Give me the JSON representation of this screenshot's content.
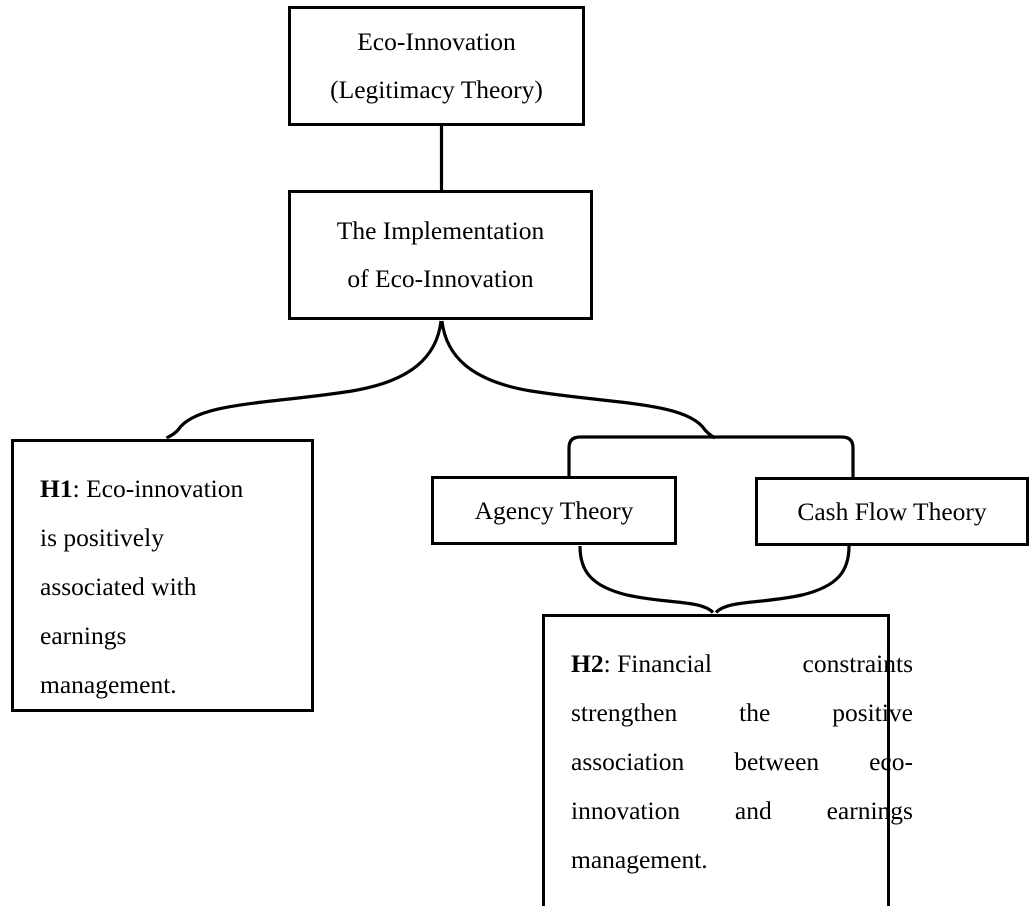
{
  "diagram": {
    "title": "Eco-Innovation Research Framework",
    "background_color": "#ffffff",
    "line_color": "#000000",
    "nodes": {
      "eco_innovation": {
        "line1": "Eco-Innovation",
        "line2": "(Legitimacy Theory)"
      },
      "implementation": {
        "line1": "The Implementation",
        "line2": "of Eco-Innovation"
      },
      "agency_theory": {
        "label": "Agency Theory"
      },
      "cash_flow_theory": {
        "label": "Cash Flow Theory"
      },
      "h1": {
        "tag": "H1",
        "separator": ":",
        "line1_rest": " Eco-innovation",
        "line2": "is positively",
        "line3": "associated with",
        "line4": "earnings",
        "line5": "management."
      },
      "h2": {
        "tag": "H2",
        "separator": ":",
        "line1_w1": " Financial",
        "line1_w2": "constraints",
        "line2_w1": "strengthen",
        "line2_w2": "the",
        "line2_w3": "positive",
        "line3_w1": "association",
        "line3_w2": "between",
        "line3_w3": "eco-",
        "line4_w1": "innovation",
        "line4_w2": "and",
        "line4_w3": "earnings",
        "line5": "management."
      }
    },
    "connectors": [
      {
        "name": "eco-innovation-to-implementation",
        "type": "straight-vertical",
        "from": "eco_innovation",
        "to": "implementation"
      },
      {
        "name": "implementation-to-h1",
        "type": "s-curve",
        "from": "implementation",
        "to": "h1"
      },
      {
        "name": "implementation-to-theory-bracket",
        "type": "s-curve-bracket",
        "from": "implementation",
        "to": "agency_theory, cash_flow_theory"
      },
      {
        "name": "agency-theory-to-h2",
        "type": "s-curve",
        "from": "agency_theory",
        "to": "h2"
      },
      {
        "name": "cash-flow-theory-to-h2",
        "type": "s-curve",
        "from": "cash_flow_theory",
        "to": "h2"
      }
    ]
  }
}
